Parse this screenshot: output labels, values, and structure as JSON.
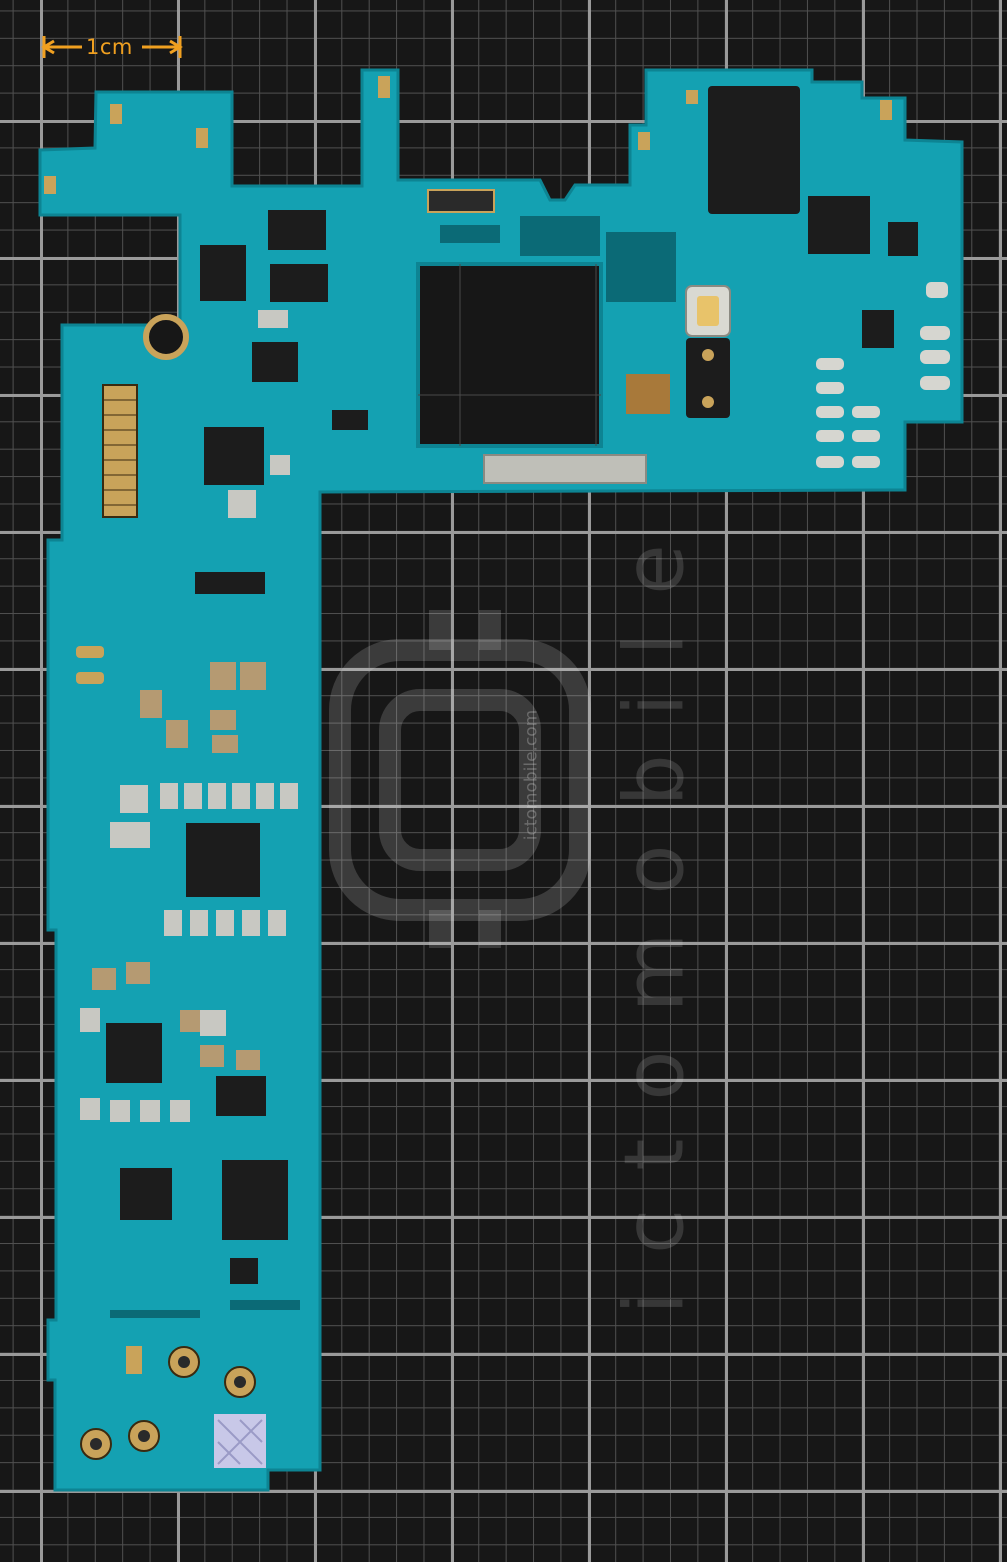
{
  "scale_bar": {
    "label": "1cm",
    "color": "#f0a020"
  },
  "watermark": {
    "text": "ictomobile",
    "small_text": "ictomobile.com"
  },
  "colors": {
    "pcb": "#14a1b2",
    "pcb_edge": "#0d8493",
    "background": "#161616",
    "grid_major": "#9a9a9a",
    "grid_minor": "#505050",
    "gold_pad": "#c9a35a",
    "chip": "#1c1c1c",
    "shield_metal": "#bfbfb8"
  },
  "icons": [
    "scale-bar-icon",
    "camera-cutout-icon",
    "flash-led-icon",
    "coax-connector-icon",
    "watermark-logo-icon"
  ]
}
